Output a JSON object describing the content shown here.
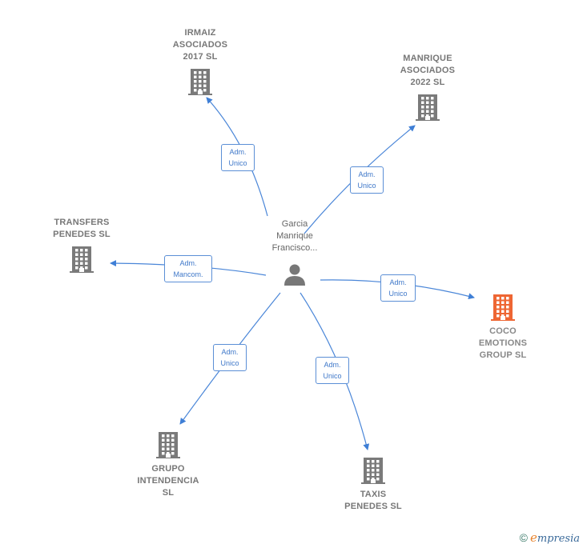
{
  "center": {
    "name": "Garcia\nManrique\nFrancisco...",
    "icon": "person-icon"
  },
  "companies": [
    {
      "id": "irmaiz",
      "name": "IRMAIZ\nASOCIADOS\n2017  SL",
      "icon": "building-icon",
      "color": "#7a7a7a",
      "role": "Adm.\nUnico"
    },
    {
      "id": "manrique",
      "name": "MANRIQUE\nASOCIADOS\n2022  SL",
      "icon": "building-icon",
      "color": "#7a7a7a",
      "role": "Adm.\nUnico"
    },
    {
      "id": "transfers",
      "name": "TRANSFERS\nPENEDES  SL",
      "icon": "building-icon",
      "color": "#7a7a7a",
      "role": "Adm.\nMancom."
    },
    {
      "id": "coco",
      "name": "COCO\nEMOTIONS\nGROUP  SL",
      "icon": "building-icon",
      "color": "#ee6633",
      "role": "Adm.\nUnico"
    },
    {
      "id": "grupo",
      "name": "GRUPO\nINTENDENCIA\nSL",
      "icon": "building-icon",
      "color": "#7a7a7a",
      "role": "Adm.\nUnico"
    },
    {
      "id": "taxis",
      "name": "TAXIS\nPENEDES  SL",
      "icon": "building-icon",
      "color": "#7a7a7a",
      "role": "Adm.\nUnico"
    }
  ],
  "brand": {
    "copyright": "©",
    "initial": "e",
    "rest": "mpresia"
  }
}
